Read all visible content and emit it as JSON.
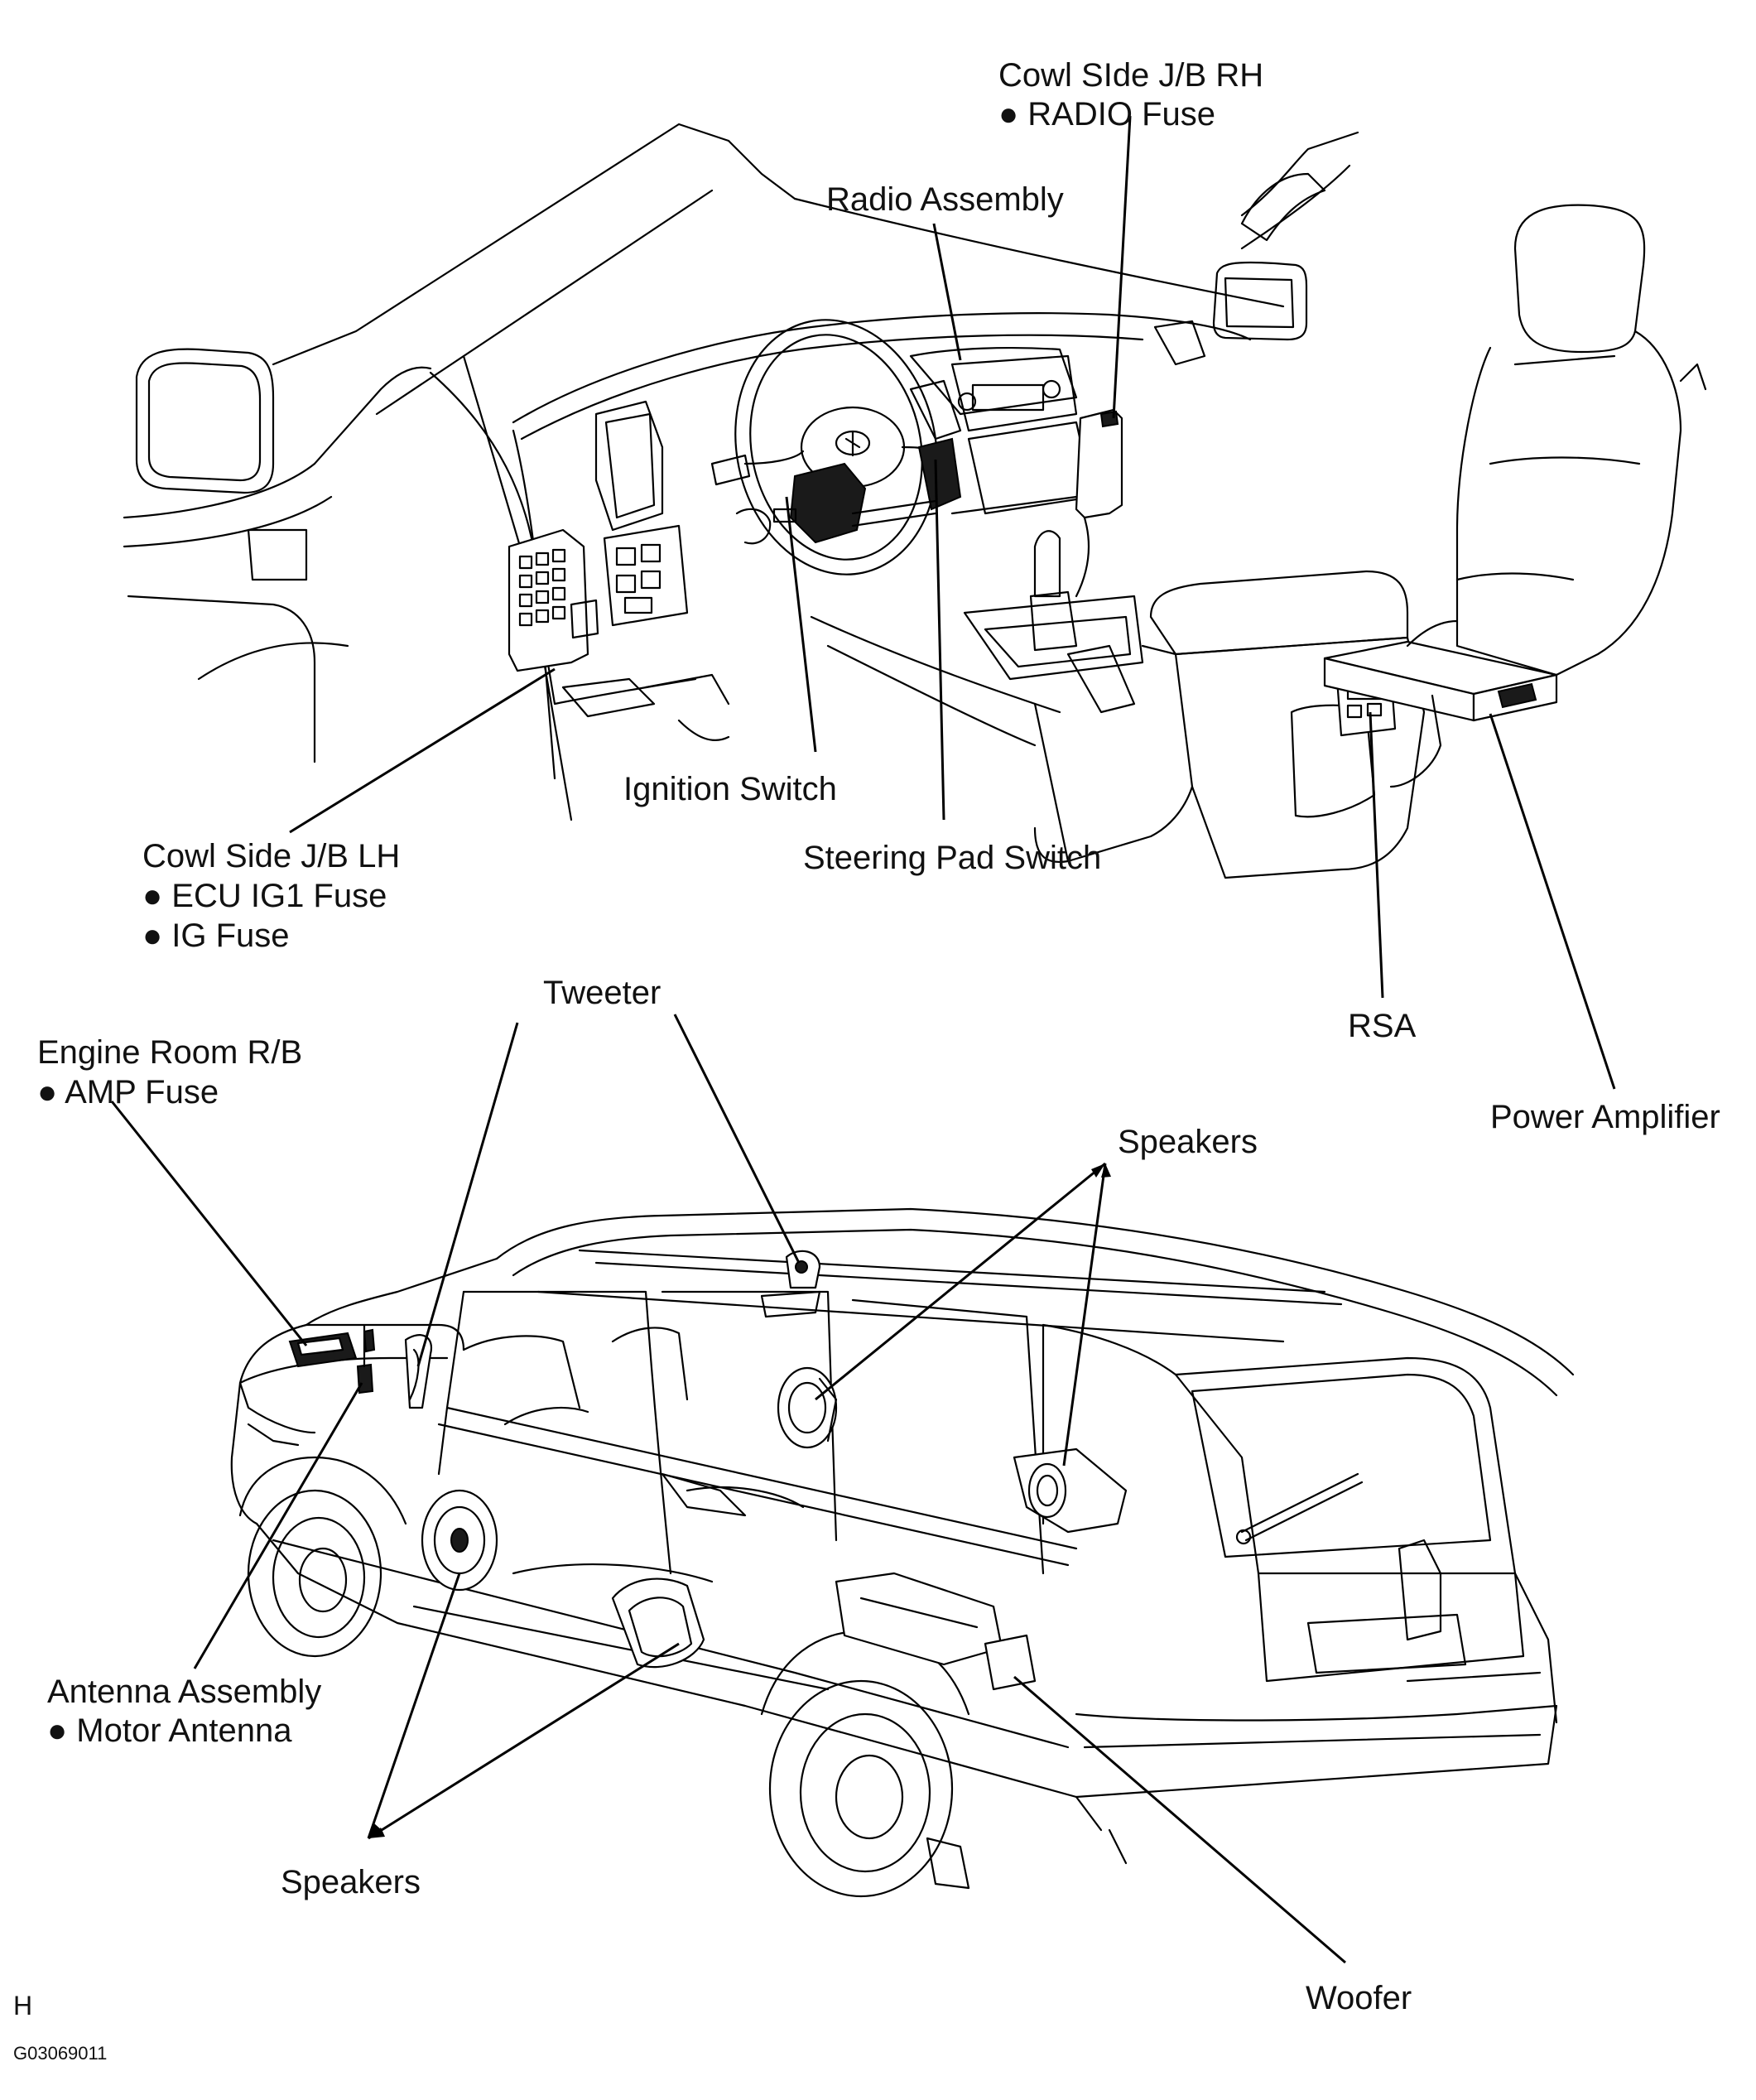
{
  "labels": {
    "cowl_rh_title": "Cowl SIde J/B RH",
    "cowl_rh_fuse": "● RADIO Fuse",
    "radio_assembly": "Radio Assembly",
    "ignition_switch": "Ignition Switch",
    "steering_pad_switch": "Steering Pad Switch",
    "cowl_lh_title": "Cowl Side J/B LH",
    "cowl_lh_fuse1": "● ECU IG1 Fuse",
    "cowl_lh_fuse2": "● IG Fuse",
    "rsa": "RSA",
    "power_amplifier": "Power Amplifier",
    "tweeter": "Tweeter",
    "engine_room_title": "Engine Room R/B",
    "engine_room_fuse": "● AMP Fuse",
    "speakers_upper": "Speakers",
    "antenna_title": "Antenna Assembly",
    "antenna_sub": "● Motor Antenna",
    "speakers_lower": "Speakers",
    "woofer": "Woofer",
    "corner_mark": "H",
    "figure_code": "G03069011"
  }
}
